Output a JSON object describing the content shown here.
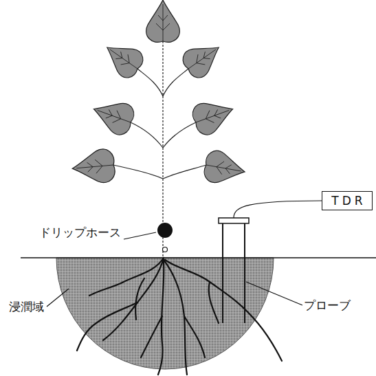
{
  "diagram": {
    "nodes": [
      {
        "text": [
          "TDR"
        ]
      }
    ],
    "labels": [
      "ドリップホース",
      "浸潤域",
      "プローブ"
    ]
  }
}
